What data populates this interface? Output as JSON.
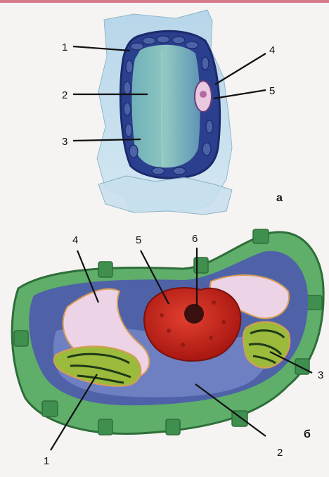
{
  "panel_a": {
    "letter": "a",
    "labels": [
      "1",
      "2",
      "3",
      "4",
      "5"
    ]
  },
  "panel_b": {
    "letter": "б",
    "labels": [
      "1",
      "2",
      "3",
      "4",
      "5",
      "6"
    ]
  },
  "colors": {
    "page_background": "#f6f4f2",
    "top_rule": "#d47a8a",
    "cell_wall_green": "#3f8f4f",
    "cytoplasm_blue": "#4f62a8",
    "nucleus_red": "#c8231e",
    "vacuole_pink": "#ecd3e6"
  }
}
